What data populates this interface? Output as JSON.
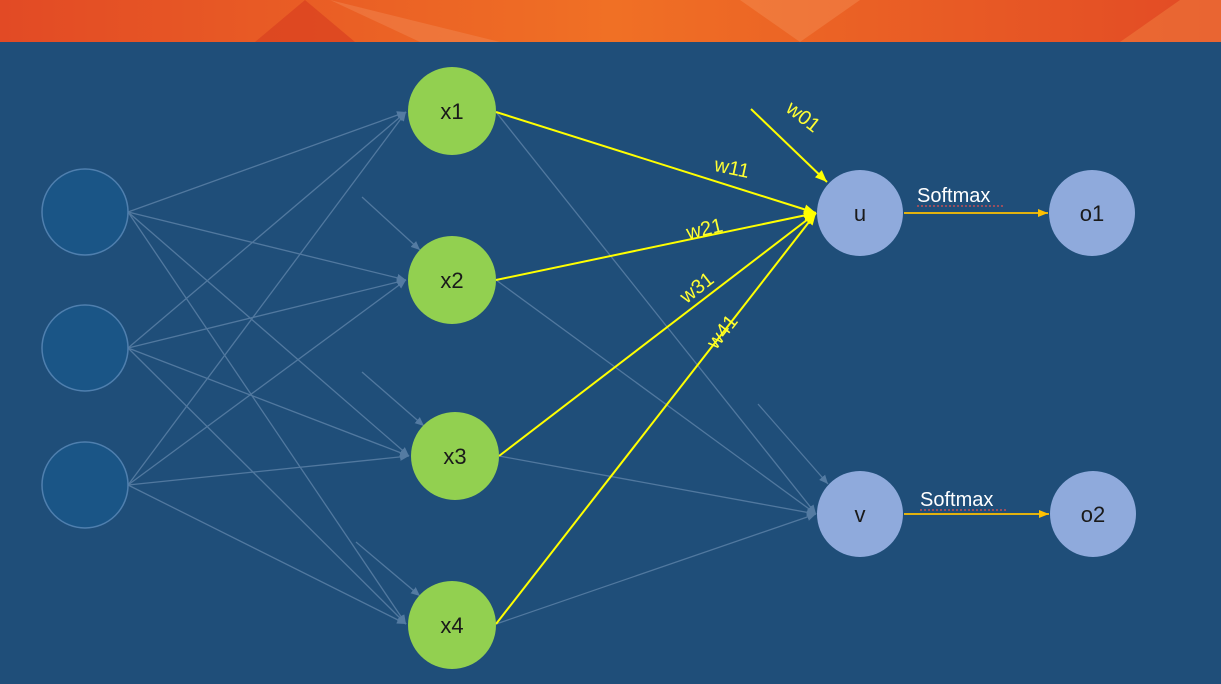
{
  "colors": {
    "background": "#1f4e79",
    "banner": "#e8542a",
    "input_node": "#1a5586",
    "hidden_node": "#92d050",
    "output_node": "#8faadc",
    "highlight_edge": "#ffff00",
    "softmax_edge": "#ffc000"
  },
  "nodes": {
    "hidden": [
      {
        "id": "x1",
        "label": "x1"
      },
      {
        "id": "x2",
        "label": "x2"
      },
      {
        "id": "x3",
        "label": "x3"
      },
      {
        "id": "x4",
        "label": "x4"
      }
    ],
    "output": [
      {
        "id": "u",
        "label": "u"
      },
      {
        "id": "v",
        "label": "v"
      }
    ],
    "final": [
      {
        "id": "o1",
        "label": "o1"
      },
      {
        "id": "o2",
        "label": "o2"
      }
    ]
  },
  "weights": {
    "w01": "w01",
    "w11": "w11",
    "w21": "w21",
    "w31": "w31",
    "w41": "w41"
  },
  "softmax": {
    "top": "Softmax",
    "bottom": "Softmax"
  }
}
